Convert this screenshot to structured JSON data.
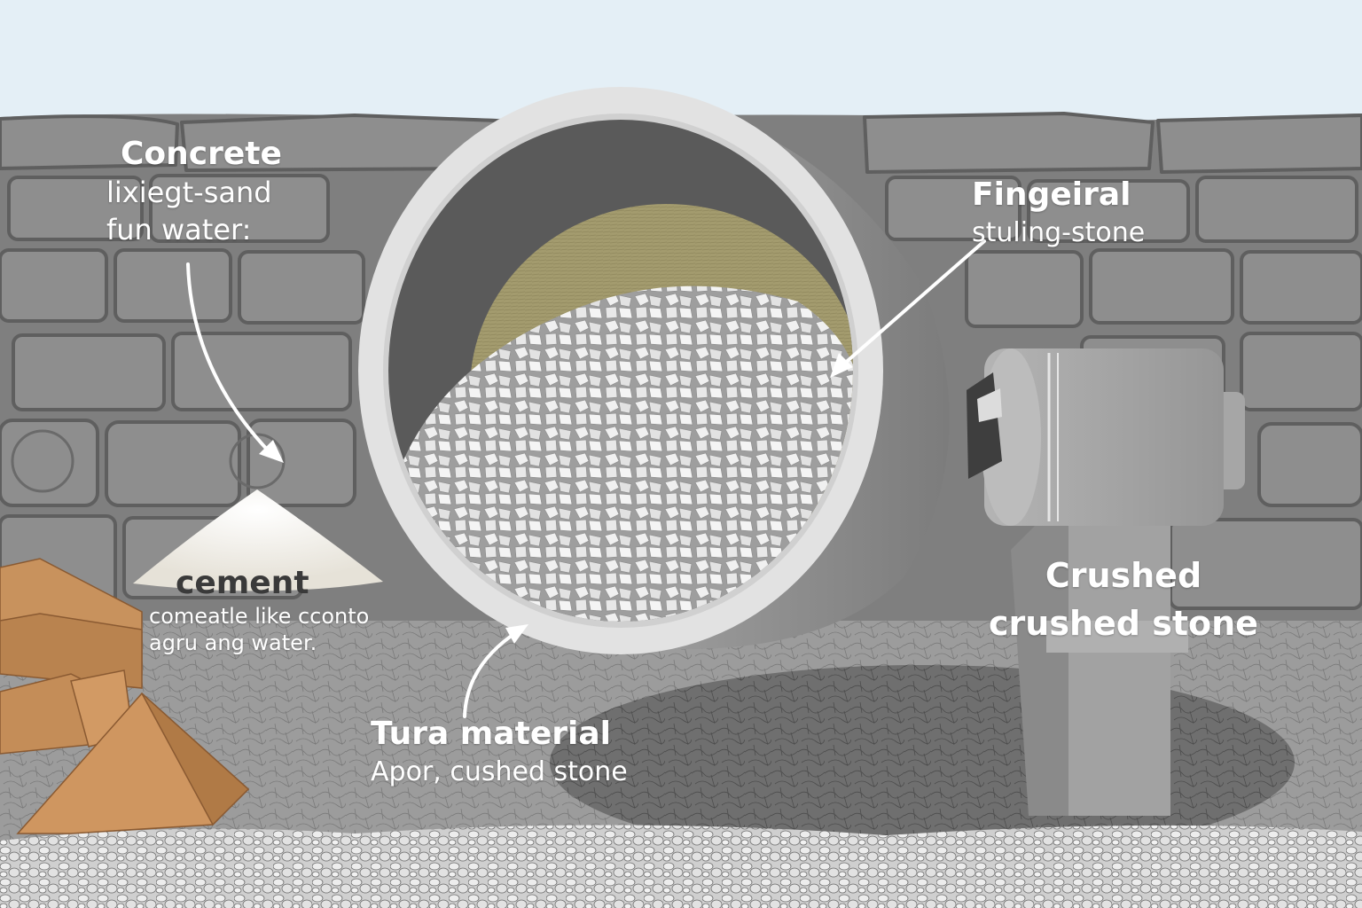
{
  "diagram": {
    "subject": "Concrete mixer drum with aggregate materials",
    "colors": {
      "sky": "#e4eff6",
      "wall": "#7d7d7d",
      "wall_stone": "#8c8c8c",
      "wall_mortar": "#5e5e5e",
      "drum_rim": "#e2e2e2",
      "drum_body": "#8a8a8a",
      "drum_inner": "#5a5a5a",
      "sand": "#a39b6e",
      "gravel": "#e8e8e8",
      "bags": "#c8925d",
      "ground": "#9a9a9a",
      "label_text": "#ffffff"
    },
    "labels": {
      "concrete": {
        "title": "Concrete",
        "line1": "lixiegt-sand",
        "line2": "fun water:"
      },
      "cement": {
        "title": "cement",
        "line1": "comeatle like cconto",
        "line2": "agru ang water."
      },
      "fingeiral": {
        "title": "Fingeiral",
        "line1": "stuling-stone"
      },
      "crushed": {
        "line1": "Crushed",
        "line2": "crushed stone"
      },
      "tura": {
        "title": "Tura material",
        "line1": "Apor, cushed stone"
      }
    }
  }
}
